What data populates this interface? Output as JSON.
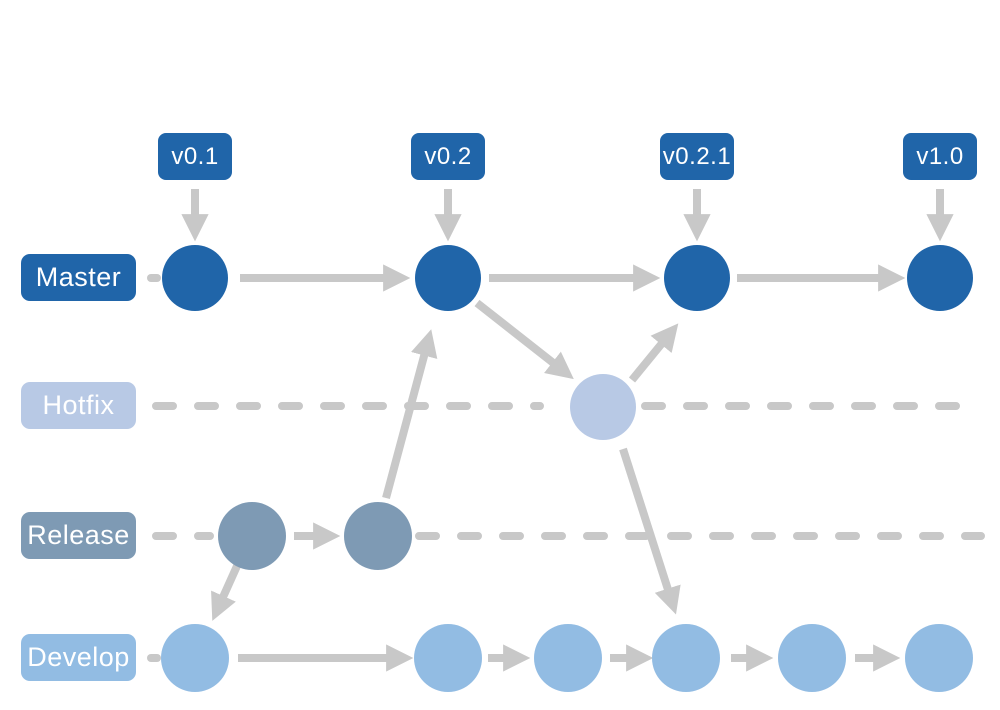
{
  "diagram": {
    "type": "git-branching-flow",
    "description": "Git flow diagram with Master, Hotfix, Release and Develop branch lanes"
  },
  "colors": {
    "color-master": "#2065a9",
    "color-hotfix": "#b8c9e5",
    "color-release": "#7e9ab4",
    "color-develop": "#92bce3",
    "color-line": "#c8c8c8",
    "color-label-text": "#ffffff",
    "color-background": "#ffffff"
  },
  "tags": [
    {
      "label": "v0.1"
    },
    {
      "label": "v0.2"
    },
    {
      "label": "v0.2.1"
    },
    {
      "label": "v1.0"
    }
  ],
  "branches": [
    {
      "label": "Master",
      "line_style": "solid",
      "commit_count": 4
    },
    {
      "label": "Hotfix",
      "line_style": "dashed",
      "commit_count": 1
    },
    {
      "label": "Release",
      "line_style": "dashed",
      "commit_count": 2
    },
    {
      "label": "Develop",
      "line_style": "solid",
      "commit_count": 6
    }
  ],
  "connections": [
    "v0.1 tag -> Master commit 1",
    "v0.2 tag -> Master commit 2",
    "v0.2.1 tag -> Master commit 3",
    "v1.0 tag -> Master commit 4",
    "Release commit 2 -> Master commit 2 (merge)",
    "Master commit 2 -> Hotfix commit (branch)",
    "Hotfix commit -> Master commit 3 (merge)",
    "Hotfix commit -> Develop commit 4 (merge)",
    "Release commit 1 -> Develop commit 1"
  ]
}
